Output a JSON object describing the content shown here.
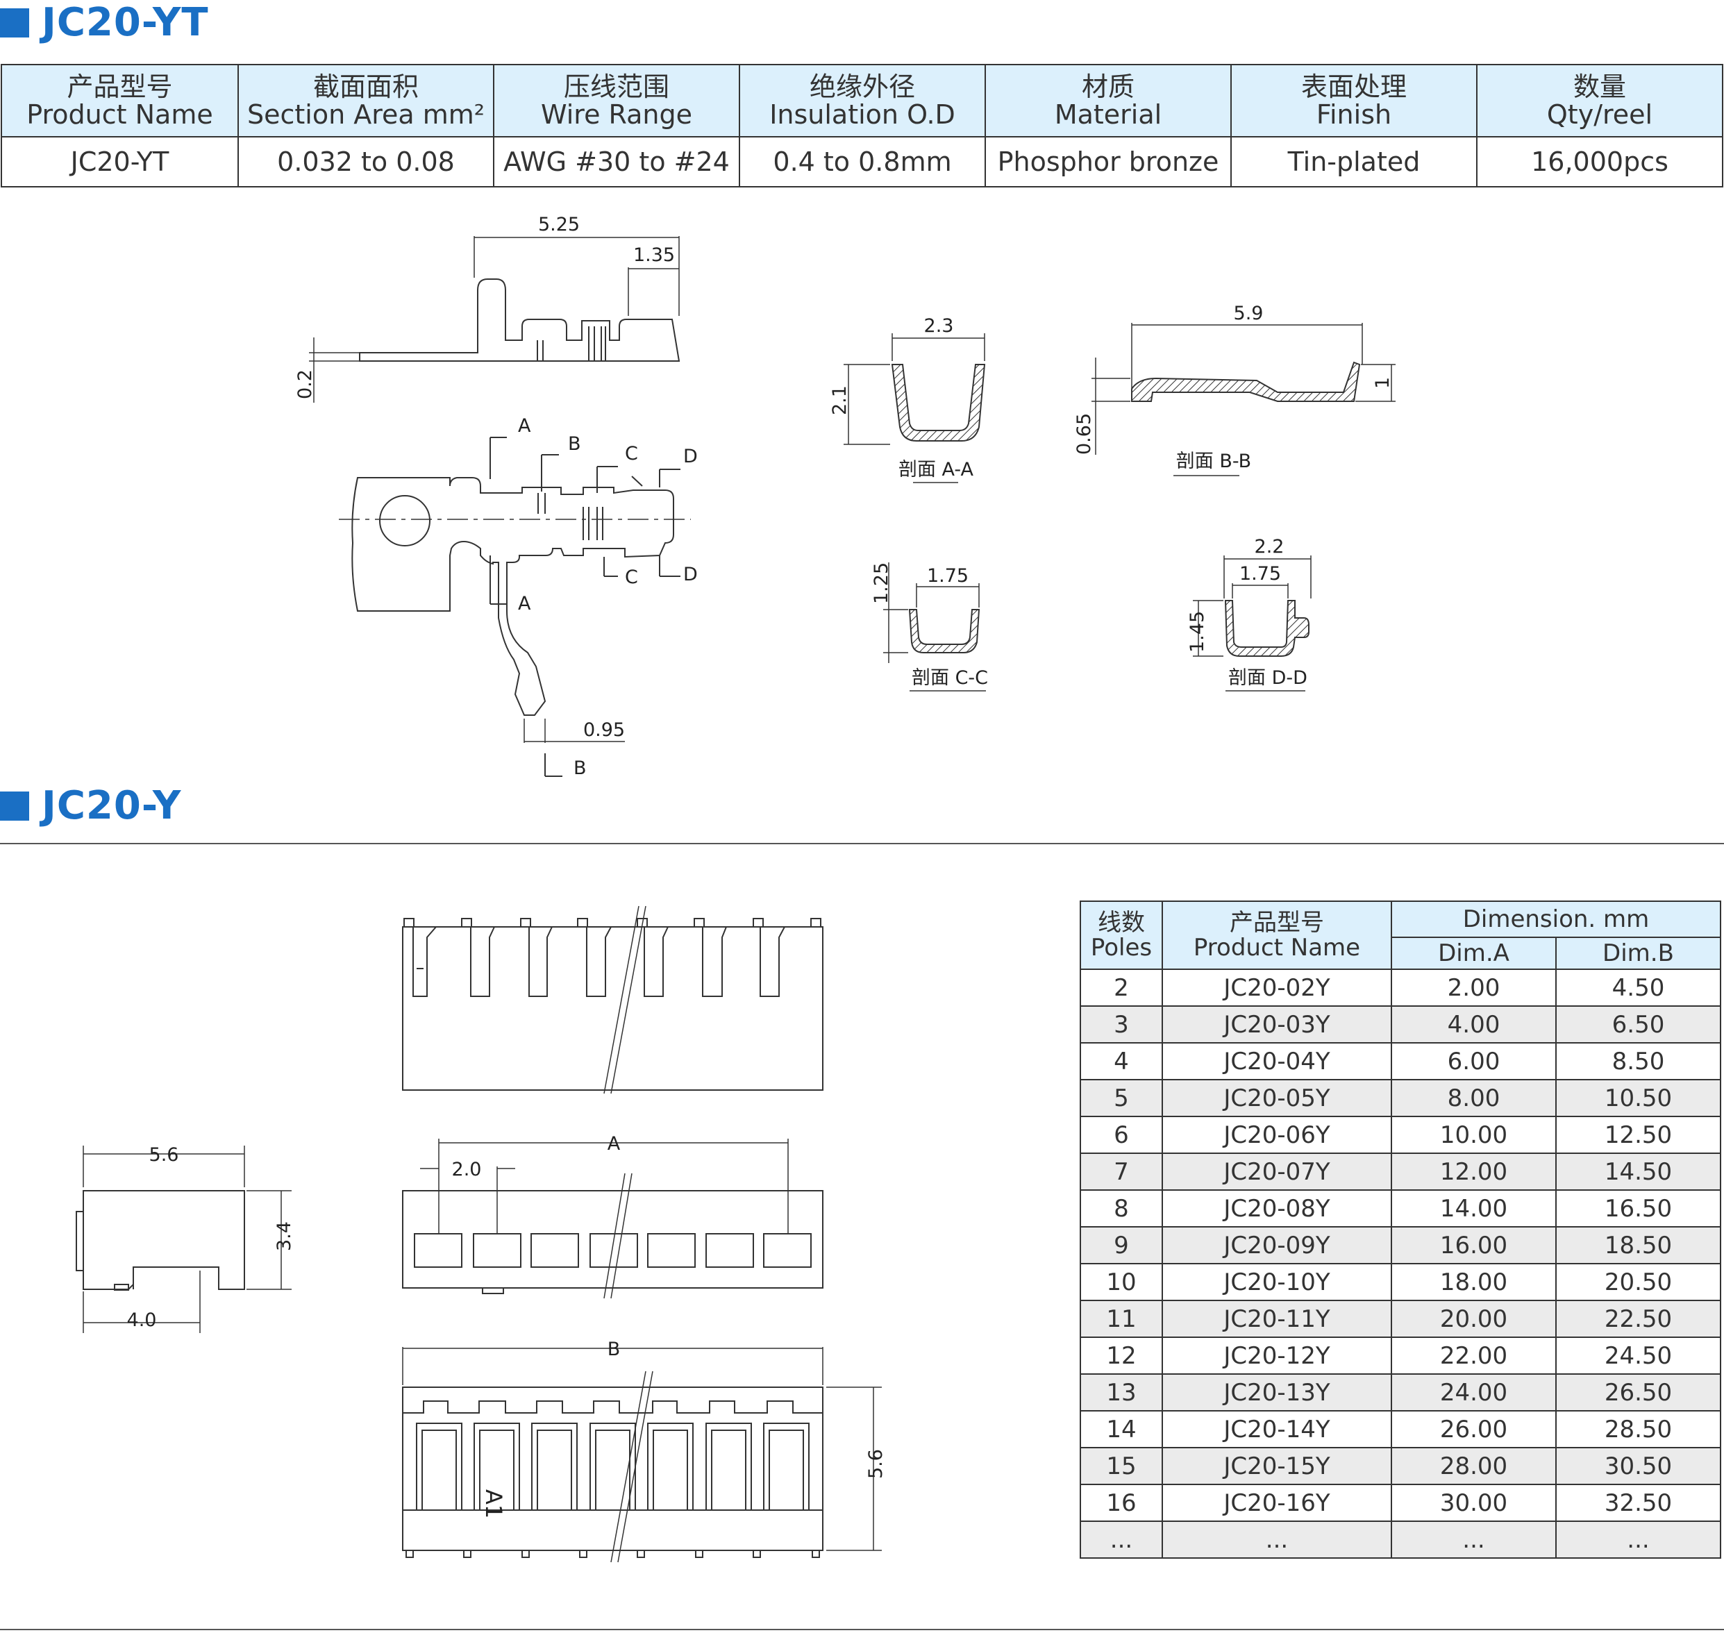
{
  "section1": {
    "title": "JC20-YT"
  },
  "spec_table": {
    "headers": [
      {
        "cn": "产品型号",
        "en": "Product Name"
      },
      {
        "cn": "截面面积",
        "en": "Section Area mm²"
      },
      {
        "cn": "压线范围",
        "en": "Wire Range"
      },
      {
        "cn": "绝缘外径",
        "en": "Insulation O.D"
      },
      {
        "cn": "材质",
        "en": "Material"
      },
      {
        "cn": "表面处理",
        "en": "Finish"
      },
      {
        "cn": "数量",
        "en": "Qty/reel"
      }
    ],
    "row": [
      "JC20-YT",
      "0.032 to 0.08",
      "AWG #30 to #24",
      "0.4 to 0.8mm",
      "Phosphor bronze",
      "Tin-plated",
      "16,000pcs"
    ]
  },
  "terminal_drawing": {
    "dims": {
      "d525": "5.25",
      "d135": "1.35",
      "d02": "0.2",
      "d095": "0.95",
      "d23": "2.3",
      "d21": "2.1",
      "d59": "5.9",
      "d1": "1",
      "d065": "0.65",
      "d175a": "1.75",
      "d125": "1.25",
      "d22": "2.2",
      "d175b": "1.75",
      "d145": "1.45"
    },
    "markers": {
      "A": "A",
      "B": "B",
      "C": "C",
      "D": "D"
    },
    "sections": {
      "aa": "剖面 A-A",
      "bb": "剖面 B-B",
      "cc": "剖面 C-C",
      "dd": "剖面 D-D"
    }
  },
  "section2": {
    "title": "JC20-Y"
  },
  "housing_drawing": {
    "dims": {
      "d56top": "5.6",
      "d34": "3.4",
      "d40": "4.0",
      "d20": "2.0",
      "dA": "A",
      "dB": "B",
      "d56side": "5.6"
    },
    "mark": "A1"
  },
  "dim_table": {
    "headers": {
      "poles_cn": "线数",
      "poles_en": "Poles",
      "name_cn": "产品型号",
      "name_en": "Product Name",
      "dimension": "Dimension. mm",
      "dim_a": "Dim.A",
      "dim_b": "Dim.B"
    },
    "rows": [
      [
        "2",
        "JC20-02Y",
        "2.00",
        "4.50"
      ],
      [
        "3",
        "JC20-03Y",
        "4.00",
        "6.50"
      ],
      [
        "4",
        "JC20-04Y",
        "6.00",
        "8.50"
      ],
      [
        "5",
        "JC20-05Y",
        "8.00",
        "10.50"
      ],
      [
        "6",
        "JC20-06Y",
        "10.00",
        "12.50"
      ],
      [
        "7",
        "JC20-07Y",
        "12.00",
        "14.50"
      ],
      [
        "8",
        "JC20-08Y",
        "14.00",
        "16.50"
      ],
      [
        "9",
        "JC20-09Y",
        "16.00",
        "18.50"
      ],
      [
        "10",
        "JC20-10Y",
        "18.00",
        "20.50"
      ],
      [
        "11",
        "JC20-11Y",
        "20.00",
        "22.50"
      ],
      [
        "12",
        "JC20-12Y",
        "22.00",
        "24.50"
      ],
      [
        "13",
        "JC20-13Y",
        "24.00",
        "26.50"
      ],
      [
        "14",
        "JC20-14Y",
        "26.00",
        "28.50"
      ],
      [
        "15",
        "JC20-15Y",
        "28.00",
        "30.50"
      ],
      [
        "16",
        "JC20-16Y",
        "30.00",
        "32.50"
      ],
      [
        "...",
        "...",
        "...",
        "..."
      ]
    ]
  }
}
